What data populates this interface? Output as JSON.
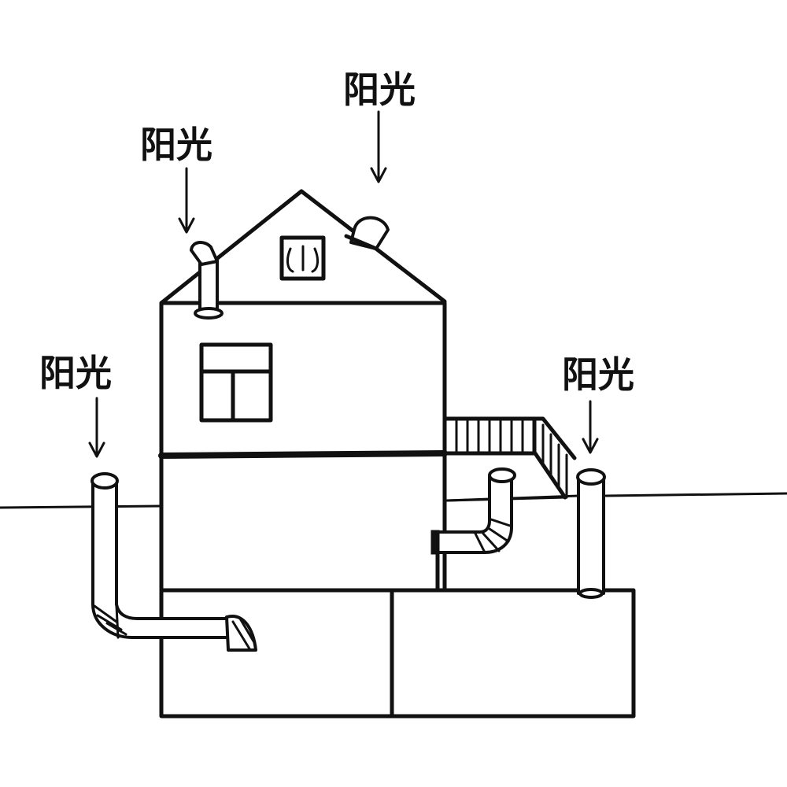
{
  "labels": {
    "sun_1": "阳光",
    "sun_2": "阳光",
    "sun_3": "阳光",
    "sun_4": "阳光"
  },
  "colors": {
    "ink": "#111111",
    "paper": "#ffffff"
  },
  "icons": {
    "arrow": "down-arrow-icon"
  }
}
